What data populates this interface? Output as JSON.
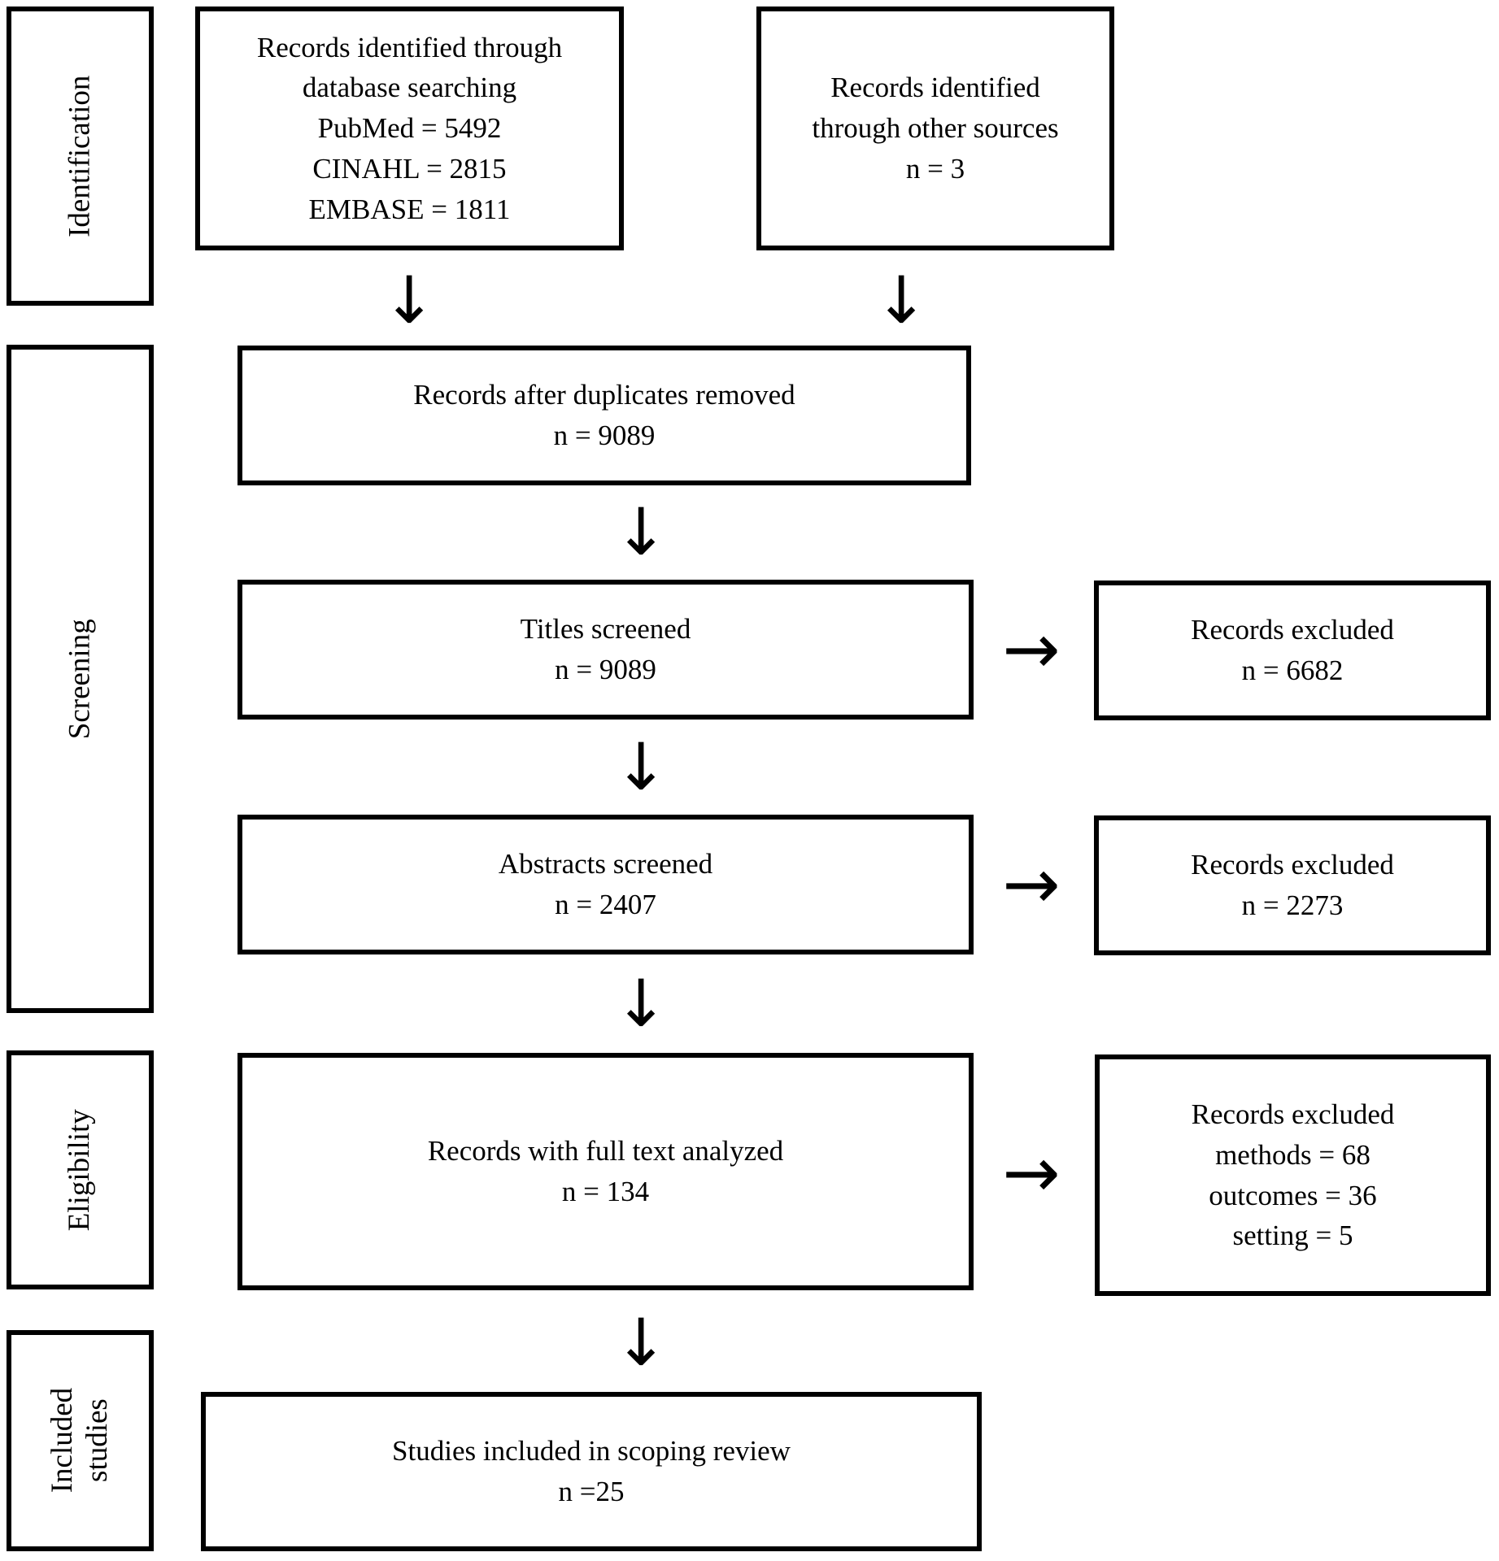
{
  "diagram": {
    "type": "prisma-flow-diagram",
    "colors": {
      "border": "#000000",
      "background": "#ffffff",
      "text": "#000000"
    },
    "icons": {
      "arrow_down": "↓",
      "arrow_right": "→"
    },
    "stages": [
      {
        "label": "Identification"
      },
      {
        "label": "Screening"
      },
      {
        "label": "Eligibility"
      },
      {
        "label": "Included\nstudies"
      }
    ],
    "boxes": {
      "db_search": {
        "text": "Records identified through\ndatabase searching\nPubMed = 5492\nCINAHL = 2815\nEMBASE = 1811"
      },
      "other_sources": {
        "text": "Records identified\nthrough other sources\nn = 3"
      },
      "duplicates_removed": {
        "text": "Records after duplicates removed\nn = 9089"
      },
      "titles_screened": {
        "text": "Titles screened\nn = 9089"
      },
      "excluded_titles": {
        "text": "Records excluded\nn = 6682"
      },
      "abstracts_screened": {
        "text": "Abstracts screened\nn = 2407"
      },
      "excluded_abstracts": {
        "text": "Records excluded\nn = 2273"
      },
      "fulltext_analyzed": {
        "text": "Records with full text analyzed\nn = 134"
      },
      "excluded_fulltext": {
        "text": "Records excluded\nmethods = 68\noutcomes = 36\nsetting = 5"
      },
      "included_studies": {
        "text": "Studies included in scoping review\nn =25"
      }
    }
  }
}
